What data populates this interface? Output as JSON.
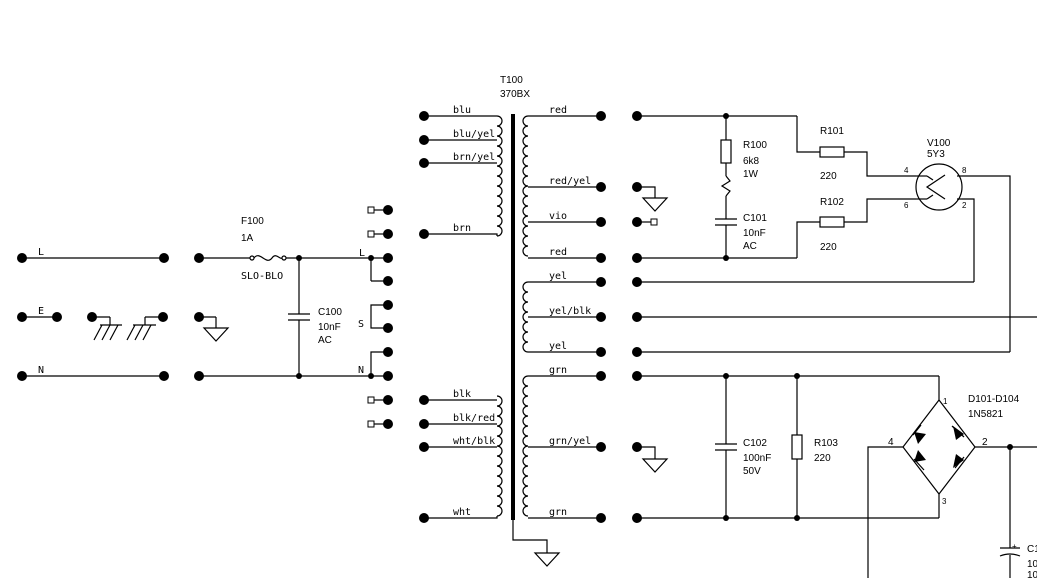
{
  "mains": {
    "labels": {
      "line": "L",
      "earth": "E",
      "neutral": "N"
    },
    "fuse": {
      "ref": "F100",
      "value": "1A",
      "type": "SLO-BLO"
    },
    "cap": {
      "ref": "C100",
      "value": "10nF",
      "rating": "AC"
    },
    "terminal_labels": {
      "line": "L",
      "switch": "S",
      "neutral": "N"
    }
  },
  "transformer": {
    "ref": "T100",
    "part": "370BX",
    "primary_top": [
      "blu",
      "blu/yel",
      "brn/yel",
      "brn"
    ],
    "primary_bottom": [
      "blk",
      "blk/red",
      "wht/blk",
      "wht"
    ],
    "secondary": [
      "red",
      "red/yel",
      "vio",
      "red",
      "yel",
      "yel/blk",
      "yel",
      "grn",
      "grn/yel",
      "grn"
    ]
  },
  "components": {
    "r100": {
      "ref": "R100",
      "value": "6k8",
      "rating": "1W"
    },
    "c101": {
      "ref": "C101",
      "value": "10nF",
      "rating": "AC"
    },
    "r101": {
      "ref": "R101",
      "value": "220"
    },
    "r102": {
      "ref": "R102",
      "value": "220"
    },
    "v100": {
      "ref": "V100",
      "part": "5Y3",
      "pins": [
        "4",
        "8",
        "6",
        "2"
      ]
    },
    "c102": {
      "ref": "C102",
      "value": "100nF",
      "rating": "50V"
    },
    "r103": {
      "ref": "R103",
      "value": "220"
    },
    "bridge": {
      "ref": "D101-D104",
      "part": "1N5821",
      "pins": [
        "1",
        "4",
        "2",
        "3"
      ]
    },
    "c_partial": {
      "ref": "C1",
      "line1": "10",
      "line2": "10",
      "plus": "+"
    }
  }
}
